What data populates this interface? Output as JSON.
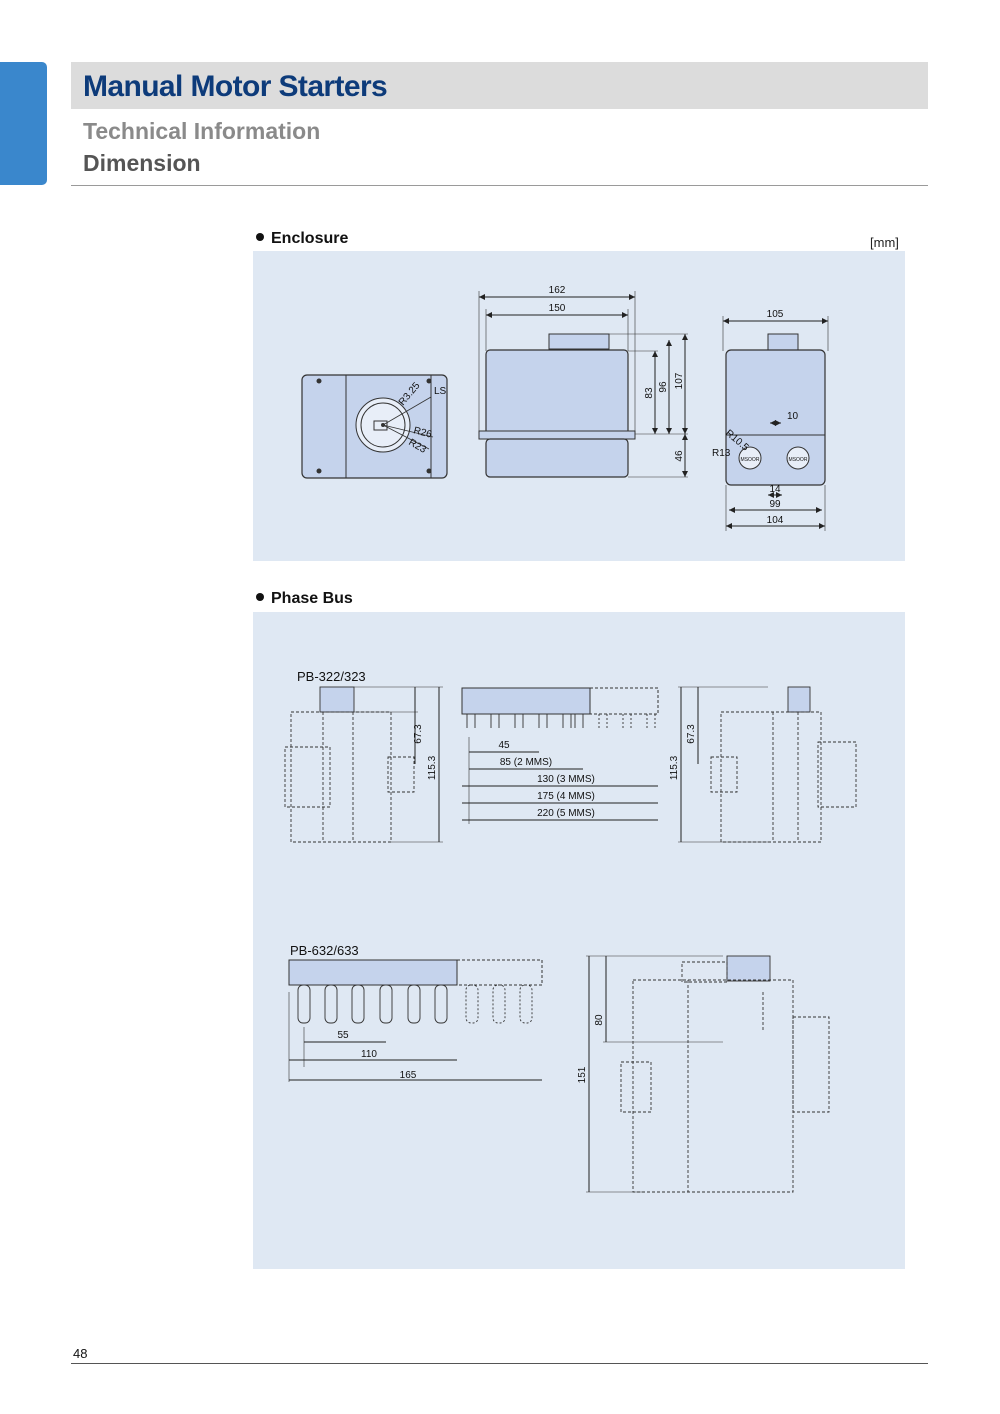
{
  "header": {
    "title": "Manual Motor Starters",
    "subtitle": "Technical Information",
    "section": "Dimension"
  },
  "enclosure": {
    "heading": "Enclosure",
    "unit": "[mm]",
    "front_dims": {
      "r1": "R3.25",
      "r2": "R26",
      "r3": "R23"
    },
    "side_dims": {
      "w_total": "162",
      "w_inner": "150",
      "h1": "83",
      "h2": "96",
      "h3": "107",
      "h4": "46"
    },
    "end_dims": {
      "top": "105",
      "d10": "10",
      "r105": "R10.5",
      "r13": "R13",
      "d14": "14",
      "d99": "99",
      "d104": "104"
    }
  },
  "phase_bus": {
    "heading": "Phase Bus",
    "model1": {
      "label": "PB-322/323",
      "h1": "67.3",
      "h2": "115.3",
      "bus_dims": [
        "45",
        "85 (2 MMS)",
        "130 (3 MMS)",
        "175 (4 MMS)",
        "220 (5 MMS)"
      ]
    },
    "model2": {
      "label": "PB-632/633",
      "bus_dims": [
        "55",
        "110",
        "165"
      ],
      "h1": "80",
      "h2": "151"
    }
  },
  "colors": {
    "title_blue": "#0d3b7a",
    "tab_blue": "#3a87cc",
    "panel_bg": "#dfe8f3",
    "part_fill": "#c5d3ec"
  },
  "footer": {
    "page_number": "48"
  }
}
